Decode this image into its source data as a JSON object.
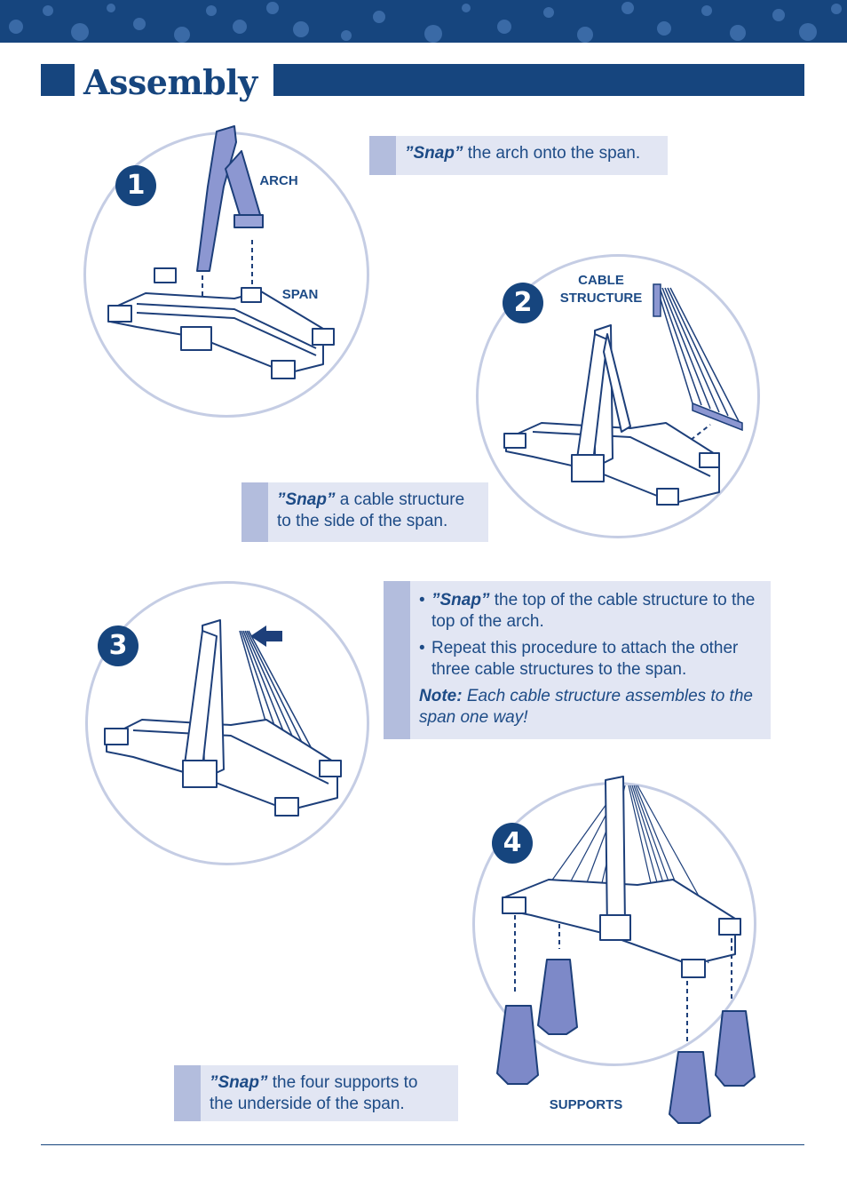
{
  "header": {
    "title": "Assembly"
  },
  "colors": {
    "brand_blue": "#16457e",
    "note_bg": "#e2e6f3",
    "note_tab": "#b3bddd",
    "circle_border": "#c5cde4",
    "part_fill": "#7d89c8"
  },
  "steps": [
    {
      "number": "1",
      "labels": {
        "arch": "ARCH",
        "span": "SPAN"
      },
      "note": {
        "snap": "”Snap”",
        "text": " the arch onto the span."
      }
    },
    {
      "number": "2",
      "labels": {
        "cable_line1": "CABLE",
        "cable_line2": "STRUCTURE"
      },
      "note": {
        "snap": "”Snap”",
        "line1": " a cable structure",
        "line2": "to the side of the span."
      }
    },
    {
      "number": "3",
      "note": {
        "bullet1_snap": "”Snap”",
        "bullet1_text": " the top of the cable structure to the top of the arch.",
        "bullet2_text": "Repeat this procedure to attach the other three cable structures to the span.",
        "note_label": "Note:",
        "note_text": " Each cable structure assembles to the span one way!"
      }
    },
    {
      "number": "4",
      "labels": {
        "supports": "SUPPORTS"
      },
      "note": {
        "snap": "”Snap”",
        "line1": " the four supports to",
        "line2": "the underside of the span."
      }
    }
  ]
}
